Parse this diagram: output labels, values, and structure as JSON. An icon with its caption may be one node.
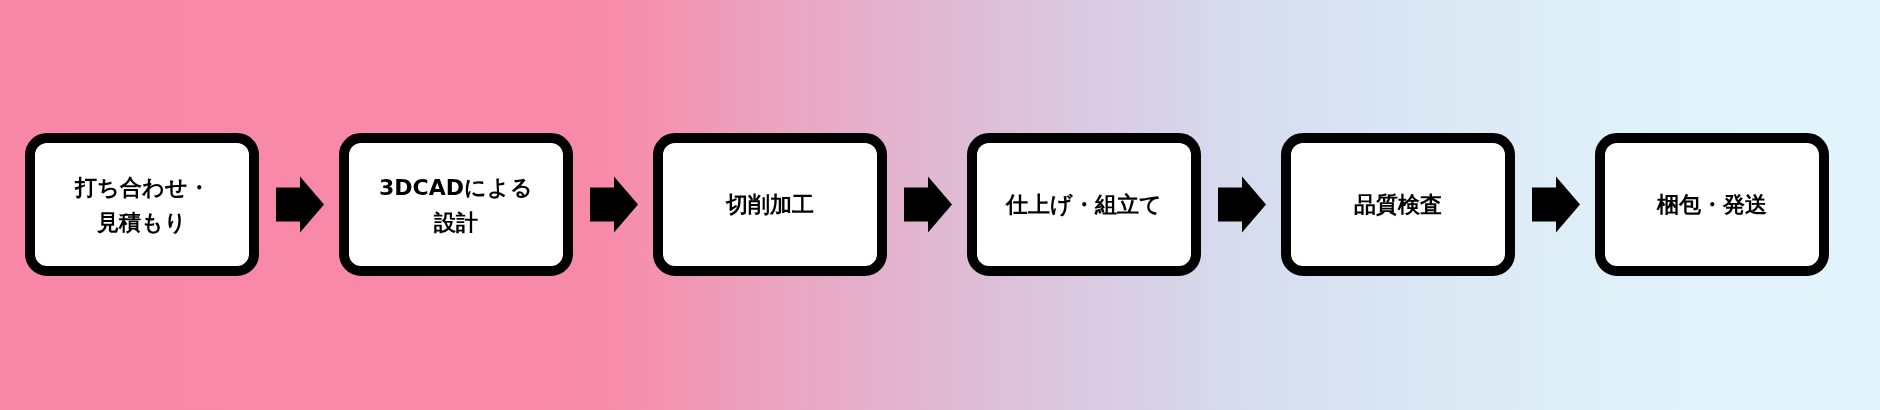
{
  "diagram": {
    "nodes": [
      {
        "text": [
          "打ち合わせ・見積もり"
        ]
      },
      {
        "text": [
          "3DCADによる設計"
        ]
      },
      {
        "text": [
          "切削加工"
        ]
      },
      {
        "text": [
          "仕上げ・組立て"
        ]
      },
      {
        "text": [
          "品質検査"
        ]
      },
      {
        "text": [
          "梱包・発送"
        ]
      }
    ],
    "edges": [
      {
        "from": 0,
        "to": 1,
        "arrow": "to"
      },
      {
        "from": 1,
        "to": 2,
        "arrow": "to"
      },
      {
        "from": 2,
        "to": 3,
        "arrow": "to"
      },
      {
        "from": 3,
        "to": 4,
        "arrow": "to"
      },
      {
        "from": 4,
        "to": 5,
        "arrow": "to"
      }
    ]
  }
}
